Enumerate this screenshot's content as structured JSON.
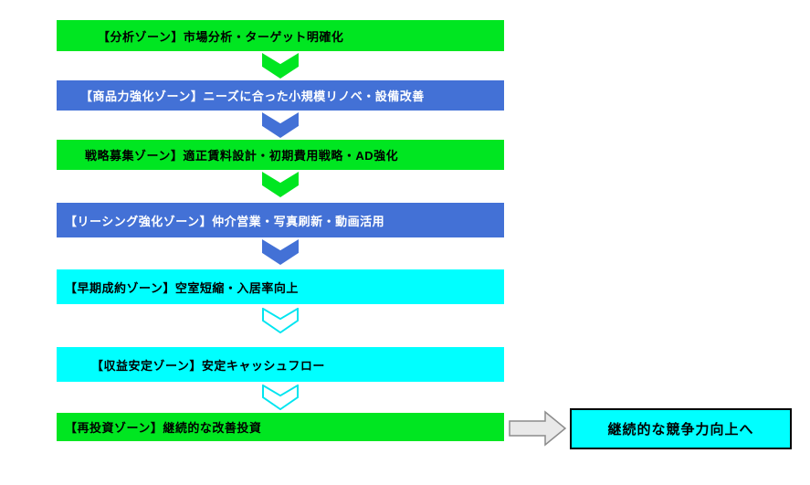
{
  "flow": {
    "steps": [
      {
        "label": "【分析ゾーン】市場分析・ターゲット明確化",
        "fill": "#00e621",
        "text_color": "#000000"
      },
      {
        "label": "【商品力強化ゾーン】ニーズに合った小規模リノベ・設備改善",
        "fill": "#4371d6",
        "text_color": "#ffffff"
      },
      {
        "label": "戦略募集ゾーン】適正賃料設計・初期費用戦略・AD強化",
        "fill": "#00e621",
        "text_color": "#000000"
      },
      {
        "label": "【リーシング強化ゾーン】仲介営業・写真刷新・動画活用",
        "fill": "#4371d6",
        "text_color": "#ffffff"
      },
      {
        "label": "【早期成約ゾーン】空室短縮・入居率向上",
        "fill": "#00ffff",
        "text_color": "#000000"
      },
      {
        "label": "【収益安定ゾーン】安定キャッシュフロー",
        "fill": "#00ffff",
        "text_color": "#000000"
      },
      {
        "label": "【再投資ゾーン】継続的な改善投資",
        "fill": "#00e621",
        "text_color": "#000000"
      }
    ],
    "arrows": {
      "solid_green": "#00e621",
      "solid_blue": "#4371d6",
      "outline_cyan": "#00e5f0",
      "right_arrow_fill": "#e9e9e9",
      "right_arrow_border": "#8c8c8c"
    },
    "result": {
      "label": "継続的な競争力向上へ",
      "fill": "#00ffff",
      "border_color": "#000000"
    }
  }
}
